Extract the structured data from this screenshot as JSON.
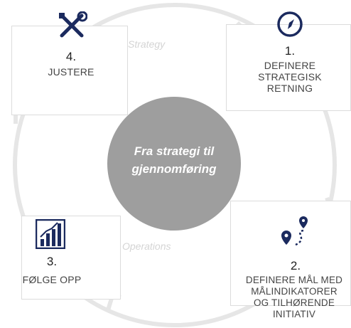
{
  "center": {
    "text": "Fra strategi til\ngjennomføring"
  },
  "ring_labels": {
    "top": "Strategy",
    "bottom": "Operations"
  },
  "steps": [
    {
      "number": "1.",
      "label": "DEFINERE\nSTRATEGISK\nRETNING",
      "icon": "compass-icon"
    },
    {
      "number": "2.",
      "label": "DEFINERE MÅL MED\nMÅLINDIKATORER\nOG TILHØRENDE\nINITIATIV",
      "icon": "route-pin-icon"
    },
    {
      "number": "3.",
      "label": "FØLGE OPP",
      "icon": "bar-chart-icon"
    },
    {
      "number": "4.",
      "label": "JUSTERE",
      "icon": "tools-icon"
    }
  ],
  "colors": {
    "icon": "#1b2a5e",
    "center_circle": "#9e9e9e",
    "ring": "#e6e6e6"
  }
}
